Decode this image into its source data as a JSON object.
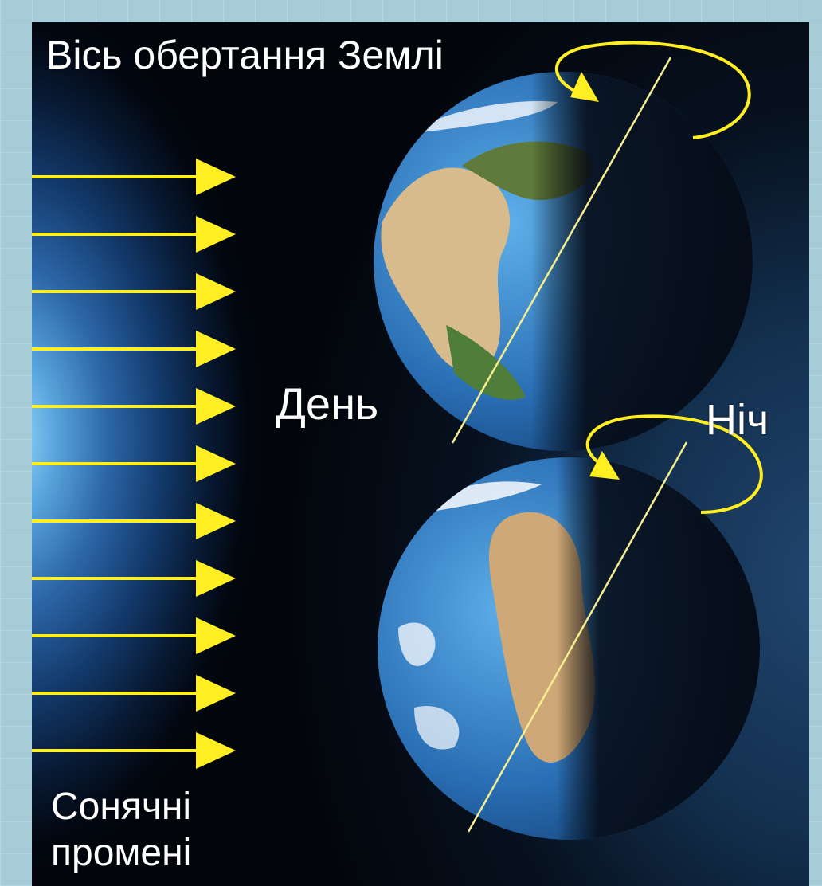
{
  "labels": {
    "axis_title": "Вісь обертання Землі",
    "day": "День",
    "night": "Ніч",
    "rays_line1": "Сонячні",
    "rays_line2": "промені"
  },
  "colors": {
    "arrow": "#ffee22",
    "axis_line": "#f4ee90",
    "ocean": "#2f7ec8",
    "land": "#d7b98a",
    "night_side": "#050a14",
    "label_text": "#ffffff",
    "frame": "#a6ccd7"
  },
  "sun_rays": {
    "count": 11
  },
  "icons": [
    "arrow-right-icon",
    "rotation-arrow-icon",
    "earth-globe-icon"
  ]
}
